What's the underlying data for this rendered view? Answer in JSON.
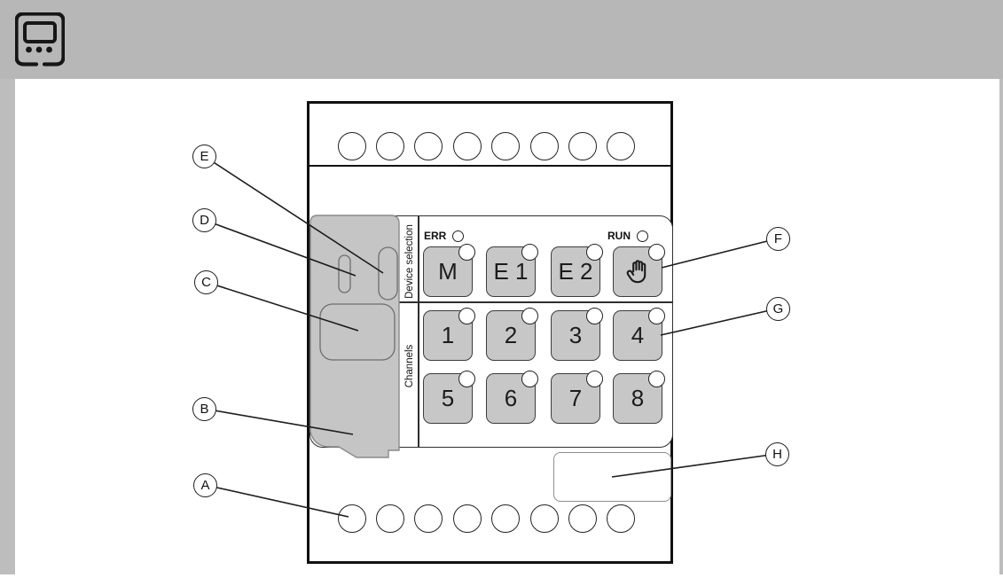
{
  "header": {
    "icon_name": "control-device-icon"
  },
  "figure": {
    "device": {
      "labels": {
        "err": "ERR",
        "run": "RUN",
        "device_selection": "Device selection",
        "channels": "Channels"
      },
      "selection_buttons": [
        {
          "label": "M"
        },
        {
          "label": "E 1"
        },
        {
          "label": "E 2"
        },
        {
          "label": "",
          "icon": "hand-icon"
        }
      ],
      "channel_buttons": [
        {
          "label": "1"
        },
        {
          "label": "2"
        },
        {
          "label": "3"
        },
        {
          "label": "4"
        },
        {
          "label": "5"
        },
        {
          "label": "6"
        },
        {
          "label": "7"
        },
        {
          "label": "8"
        }
      ],
      "terminals": {
        "top_count": 8,
        "bottom_count": 8
      }
    },
    "callouts": [
      {
        "label": "E"
      },
      {
        "label": "D"
      },
      {
        "label": "C"
      },
      {
        "label": "B"
      },
      {
        "label": "A"
      },
      {
        "label": "F"
      },
      {
        "label": "G"
      },
      {
        "label": "H"
      }
    ],
    "colors": {
      "chrome_gray": "#b7b7b7",
      "device_gray": "#c5c5c5",
      "button_gray": "#c7c7c7",
      "outline": "#111111"
    }
  }
}
